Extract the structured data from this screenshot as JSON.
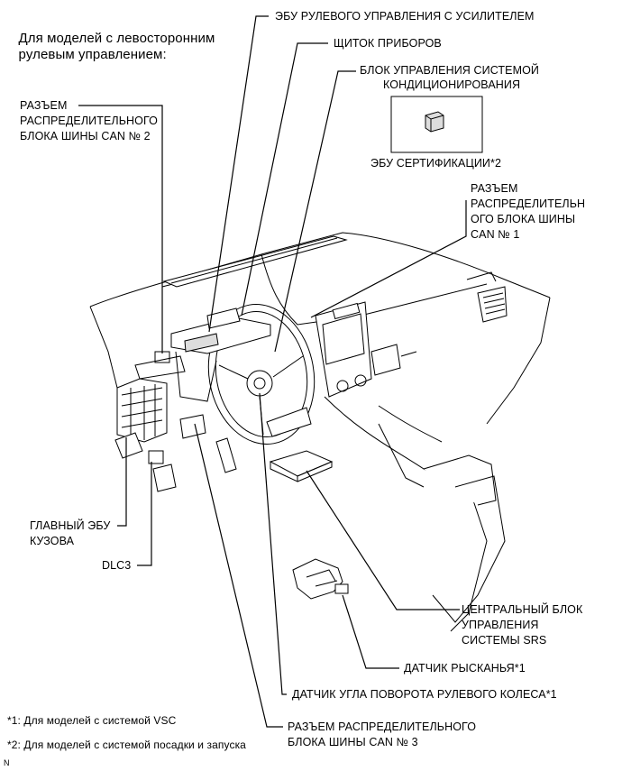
{
  "header": {
    "title_line1": "Для моделей с левосторонним",
    "title_line2": "рулевым управлением:"
  },
  "labels": {
    "eps_ecu": "ЭБУ РУЛЕВОГО УПРАВЛЕНИЯ С УСИЛИТЕЛЕМ",
    "combination_meter": "ЩИТОК ПРИБОРОВ",
    "ac_amplifier_l1": "БЛОК УПРАВЛЕНИЯ СИСТЕМОЙ",
    "ac_amplifier_l2": "КОНДИЦИОНИРОВАНИЯ",
    "certification_ecu": "ЭБУ СЕРТИФИКАЦИИ*2",
    "can_j2_l1": "РАЗЪЕМ",
    "can_j2_l2": "РАСПРЕДЕЛИТЕЛЬНОГО",
    "can_j2_l3": "БЛОКА ШИНЫ CAN № 2",
    "can_j1_l1": "РАЗЪЕМ",
    "can_j1_l2": "РАСПРЕДЕЛИТЕЛЬН",
    "can_j1_l3": "ОГО БЛОКА ШИНЫ",
    "can_j1_l4": "CAN № 1",
    "main_body_ecu_l1": "ГЛАВНЫЙ ЭБУ",
    "main_body_ecu_l2": "КУЗОВА",
    "dlc3": "DLC3",
    "srs_l1": "ЦЕНТРАЛЬНЫЙ БЛОК",
    "srs_l2": "УПРАВЛЕНИЯ",
    "srs_l3": "СИСТЕМЫ SRS",
    "yaw_rate": "ДАТЧИК РЫСКАНЬЯ*1",
    "steering_angle": "ДАТЧИК УГЛА ПОВОРОТА РУЛЕВОГО КОЛЕСА*1",
    "can_j3_l1": "РАЗЪЕМ РАСПРЕДЕЛИТЕЛЬНОГО",
    "can_j3_l2": "БЛОКА ШИНЫ CAN № 3"
  },
  "footnotes": {
    "note1": "*1: Для моделей с системой VSC",
    "note2": "*2: Для моделей с системой посадки и запуска"
  },
  "corner_mark": "N"
}
